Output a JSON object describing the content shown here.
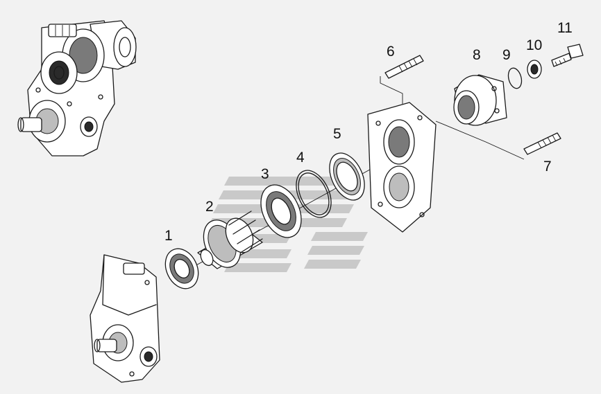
{
  "diagram": {
    "type": "exploded-parts-view",
    "callouts": [
      {
        "id": "1",
        "label": "1"
      },
      {
        "id": "2",
        "label": "2"
      },
      {
        "id": "3",
        "label": "3"
      },
      {
        "id": "4",
        "label": "4"
      },
      {
        "id": "5",
        "label": "5"
      },
      {
        "id": "6",
        "label": "6"
      },
      {
        "id": "7",
        "label": "7"
      },
      {
        "id": "8",
        "label": "8"
      },
      {
        "id": "9",
        "label": "9"
      },
      {
        "id": "10",
        "label": "10"
      },
      {
        "id": "11",
        "label": "11"
      }
    ],
    "colors": {
      "background": "#f2f2f2",
      "ink": "#1a1a1a",
      "watermark": "#c9c9c9"
    }
  }
}
